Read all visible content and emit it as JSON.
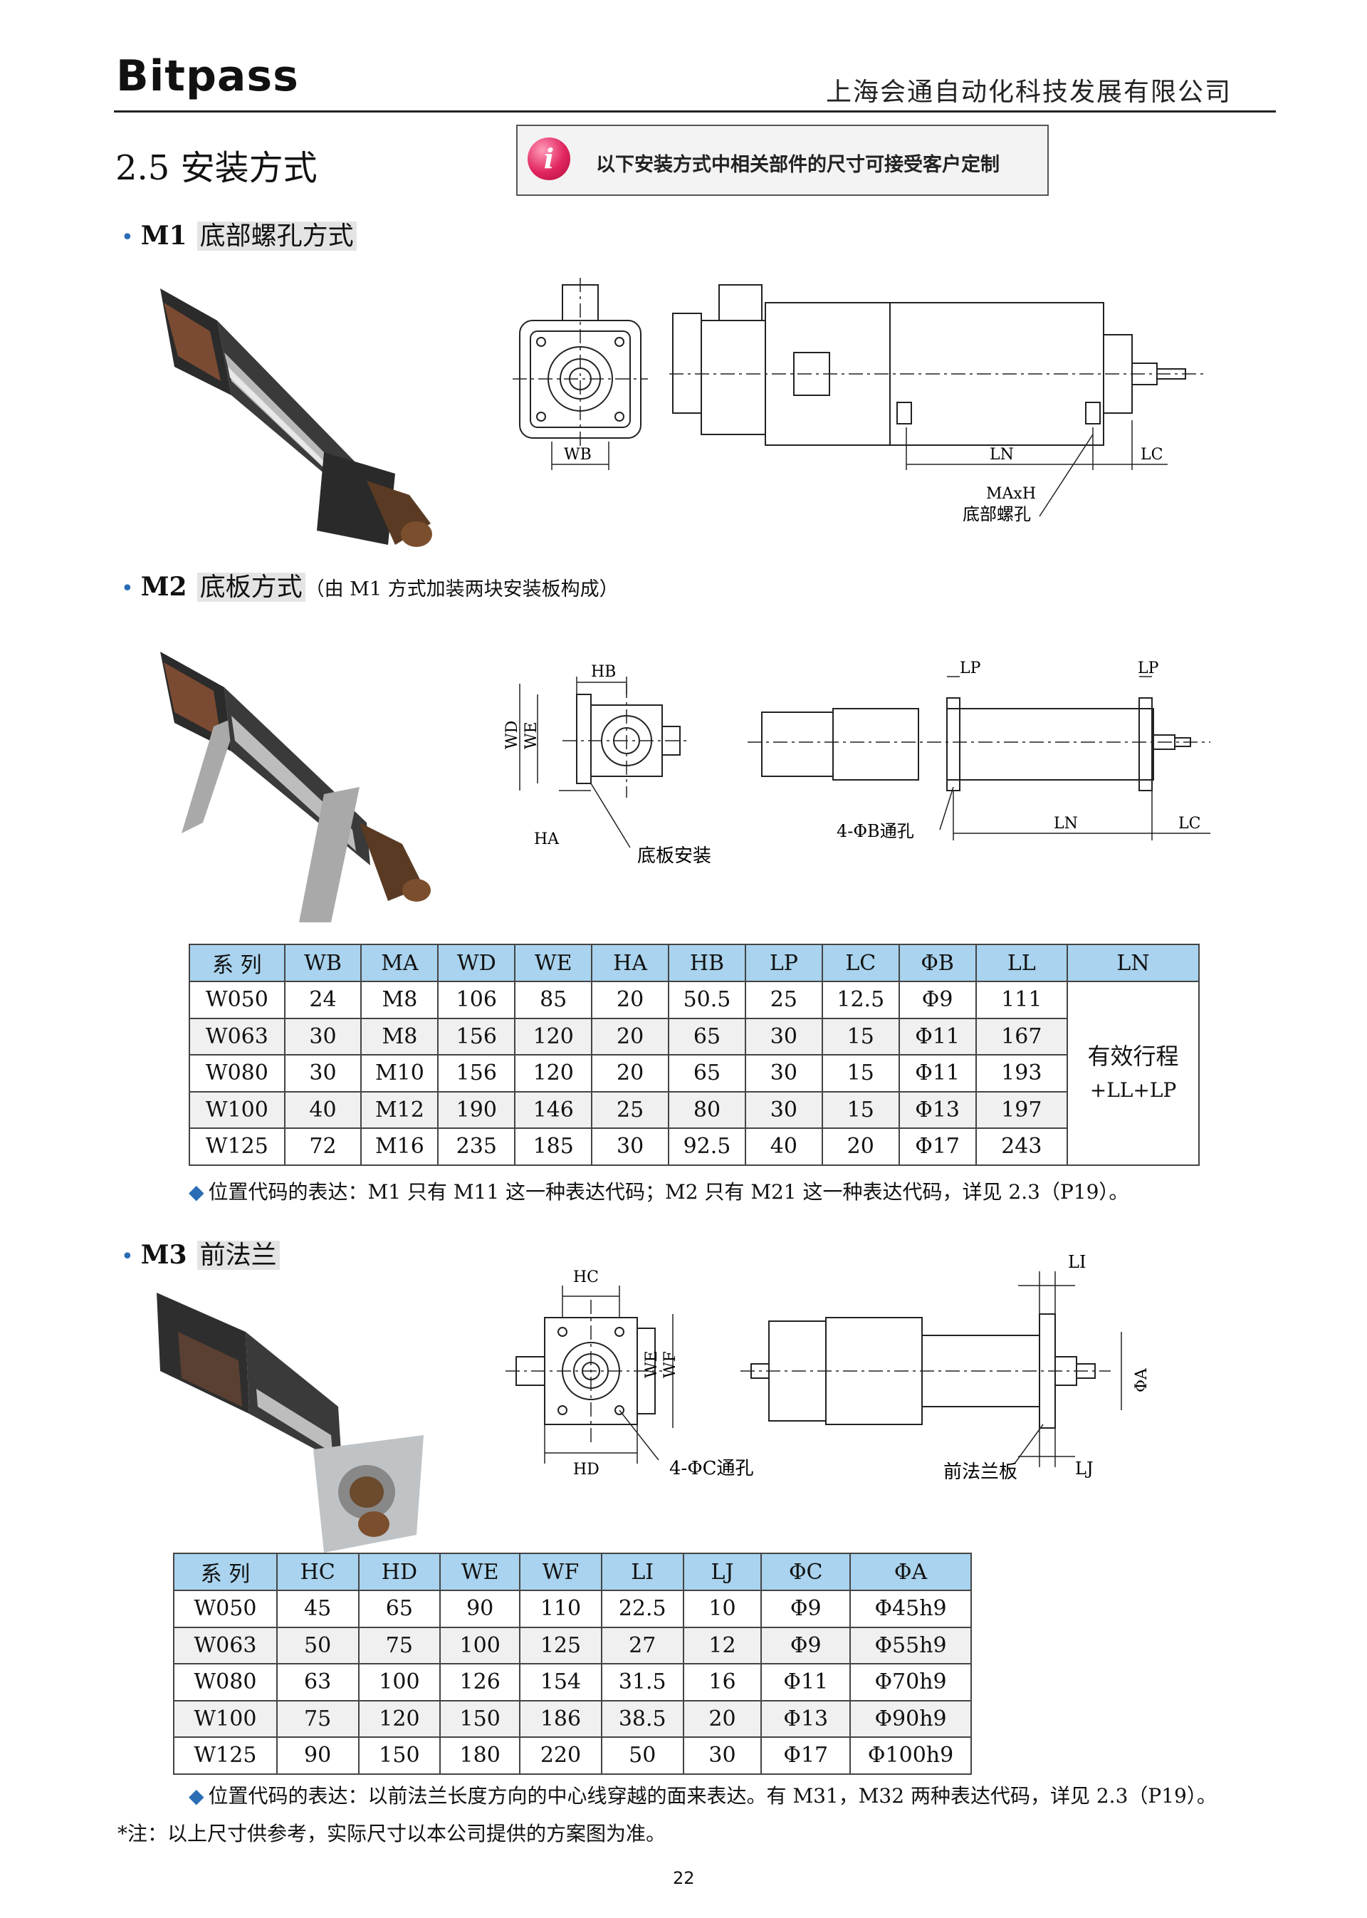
{
  "header": {
    "logo": "Bitpass",
    "company": "上海会通自动化科技发展有限公司"
  },
  "section": {
    "title": "2.5  安装方式",
    "notice": "以下安装方式中相关部件的尺寸可接受客户定制",
    "notice_icon": "info-icon"
  },
  "m1": {
    "code": "M1",
    "name": "底部螺孔方式",
    "labels": {
      "wb": "WB",
      "ln": "LN",
      "lc": "LC",
      "maxh": "MAxH",
      "hole": "底部螺孔"
    }
  },
  "m2": {
    "code": "M2",
    "name": "底板方式",
    "paren": "（由 M1 方式加装两块安装板构成）",
    "labels": {
      "hb": "HB",
      "wd": "WD",
      "we": "WE",
      "ha": "HA",
      "plate": "底板安装",
      "hole": "4-ΦB通孔",
      "lp1": "LP",
      "lp2": "LP",
      "ln": "LN",
      "lc": "LC"
    },
    "table": {
      "headers": [
        "系  列",
        "WB",
        "MA",
        "WD",
        "WE",
        "HA",
        "HB",
        "LP",
        "LC",
        "ΦB",
        "LL",
        "LN"
      ],
      "rows": [
        [
          "W050",
          "24",
          "M8",
          "106",
          "85",
          "20",
          "50.5",
          "25",
          "12.5",
          "Φ9",
          "111"
        ],
        [
          "W063",
          "30",
          "M8",
          "156",
          "120",
          "20",
          "65",
          "30",
          "15",
          "Φ11",
          "167"
        ],
        [
          "W080",
          "30",
          "M10",
          "156",
          "120",
          "20",
          "65",
          "30",
          "15",
          "Φ11",
          "193"
        ],
        [
          "W100",
          "40",
          "M12",
          "190",
          "146",
          "25",
          "80",
          "30",
          "15",
          "Φ13",
          "197"
        ],
        [
          "W125",
          "72",
          "M16",
          "235",
          "185",
          "30",
          "92.5",
          "40",
          "20",
          "Φ17",
          "243"
        ]
      ],
      "ln_value_line1": "有效行程",
      "ln_value_line2": "+LL+LP"
    },
    "note": "位置代码的表达：M1 只有 M11 这一种表达代码；M2 只有 M21 这一种表达代码，详见 2.3（P19）。"
  },
  "m3": {
    "code": "M3",
    "name": "前法兰",
    "labels": {
      "hc": "HC",
      "we": "WE",
      "wf": "WF",
      "hd": "HD",
      "hole": "4-ΦC通孔",
      "flange": "前法兰板",
      "li": "LI",
      "lj": "LJ",
      "phia": "ΦA"
    },
    "table": {
      "headers": [
        "系  列",
        "HC",
        "HD",
        "WE",
        "WF",
        "LI",
        "LJ",
        "ΦC",
        "ΦA"
      ],
      "rows": [
        [
          "W050",
          "45",
          "65",
          "90",
          "110",
          "22.5",
          "10",
          "Φ9",
          "Φ45h9"
        ],
        [
          "W063",
          "50",
          "75",
          "100",
          "125",
          "27",
          "12",
          "Φ9",
          "Φ55h9"
        ],
        [
          "W080",
          "63",
          "100",
          "126",
          "154",
          "31.5",
          "16",
          "Φ11",
          "Φ70h9"
        ],
        [
          "W100",
          "75",
          "120",
          "150",
          "186",
          "38.5",
          "20",
          "Φ13",
          "Φ90h9"
        ],
        [
          "W125",
          "90",
          "150",
          "180",
          "220",
          "50",
          "30",
          "Φ17",
          "Φ100h9"
        ]
      ]
    },
    "note": "位置代码的表达：以前法兰长度方向的中心线穿越的面来表达。有 M31，M32 两种表达代码，详见 2.3（P19）。"
  },
  "footnote": "*注：以上尺寸供参考，实际尺寸以本公司提供的方案图为准。",
  "page_number": "22",
  "colors": {
    "table_header": "#a9d3ee",
    "bullet": "#2a6db5",
    "notice_icon": "#e0245e"
  }
}
